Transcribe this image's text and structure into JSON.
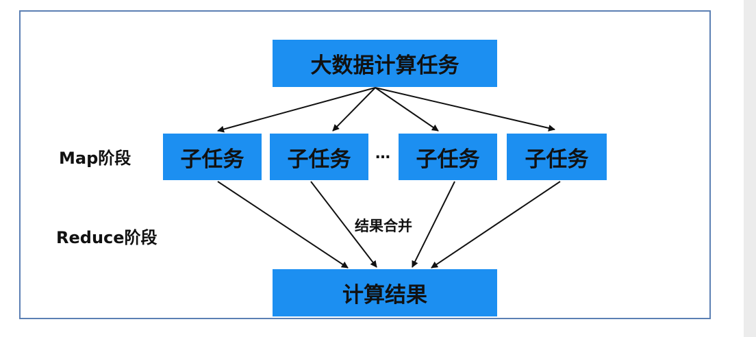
{
  "diagram": {
    "top_box": "大数据计算任务",
    "subtasks": [
      "子任务",
      "子任务",
      "子任务",
      "子任务"
    ],
    "ellipsis": "…",
    "map_label": "Map阶段",
    "reduce_label": "Reduce阶段",
    "merge_label": "结果合并",
    "result_box": "计算结果",
    "colors": {
      "box_fill": "#1c8ff1",
      "frame_border": "#5b7fb3",
      "arrow": "#111111"
    }
  }
}
